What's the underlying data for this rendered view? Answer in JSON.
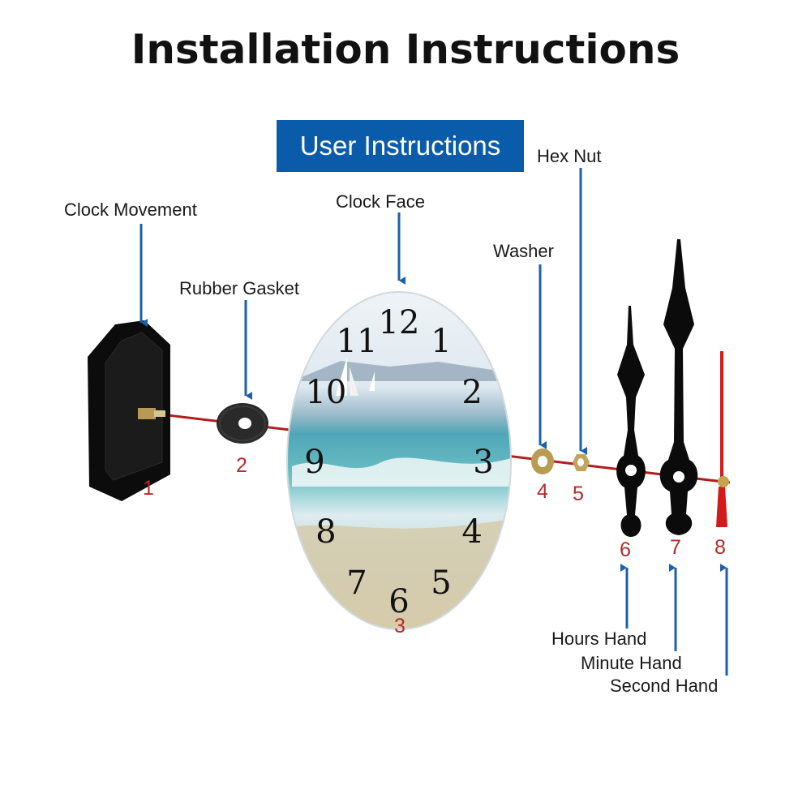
{
  "title": "Installation Instructions",
  "banner": "User Instructions",
  "parts": {
    "clock_movement": "Clock Movement",
    "rubber_gasket": "Rubber Gasket",
    "clock_face": "Clock Face",
    "washer": "Washer",
    "hex_nut": "Hex Nut",
    "hours_hand": "Hours Hand",
    "minute_hand": "Minute Hand",
    "second_hand": "Second Hand"
  },
  "numbers": [
    "1",
    "2",
    "3",
    "4",
    "5",
    "6",
    "7",
    "8"
  ],
  "face_numerals": [
    "12",
    "1",
    "2",
    "3",
    "4",
    "5",
    "6",
    "7",
    "8",
    "9",
    "10",
    "11"
  ],
  "colors": {
    "banner": "#0a5cab",
    "arrow": "#1c5fae",
    "part_number": "#b42a2a",
    "second_hand": "#d21a1a"
  }
}
